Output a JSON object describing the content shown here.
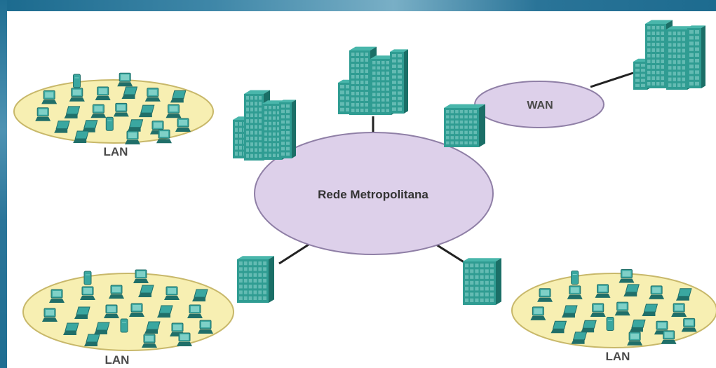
{
  "diagram": {
    "lan_label": "LAN",
    "wan_label": "WAN",
    "metro_label": "Rede Metropolitana"
  },
  "colors": {
    "frame": "#1f6e92",
    "lan_fill": "#f7efb2",
    "lan_stroke": "#c8b86a",
    "network_fill": "#ddd0ea",
    "network_stroke": "#8f7fa6",
    "building": "#2f9c92",
    "building_dark": "#1b6f67",
    "building_light": "#49b6ab",
    "device": "#3aa7a0",
    "device_dark": "#206f69",
    "line": "#222222"
  },
  "icons": {
    "building": "building-icon",
    "computer": "computer-icon",
    "laptop": "laptop-icon",
    "server": "server-icon"
  }
}
